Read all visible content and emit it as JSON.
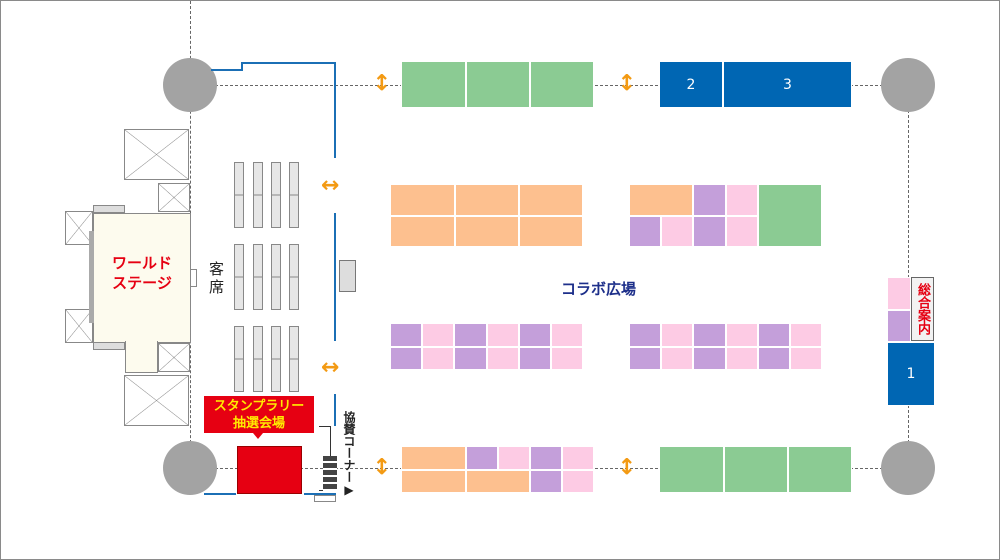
{
  "areas": {
    "world_stage": [
      "ワールド",
      "ステージ"
    ],
    "audience": "客席",
    "collab_plaza": "コラボ広場",
    "info_desk": "総合案内",
    "stamp_rally": [
      "スタンプラリー",
      "抽選会場"
    ],
    "sponsor_corner": "協賛コーナー▶"
  },
  "booths": {
    "one": "1",
    "two": "2",
    "three": "3"
  },
  "colors": {
    "green": "#8bcb93",
    "orange": "#fdc08f",
    "purple": "#c49fda",
    "pink": "#fdcbe4",
    "blue": "#0066b3",
    "red": "#e60012"
  }
}
